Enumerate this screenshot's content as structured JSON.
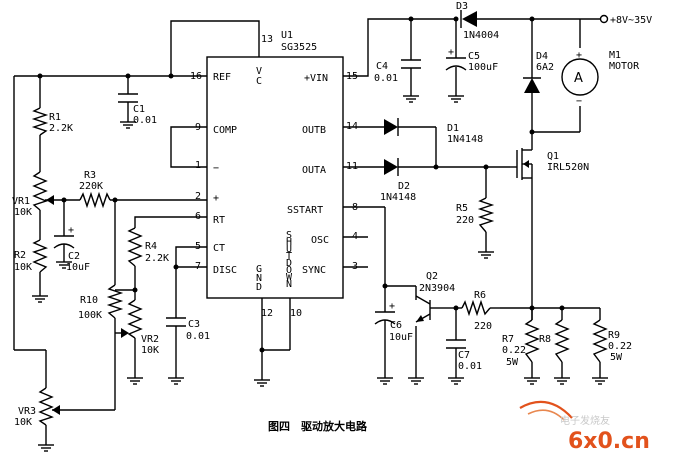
{
  "ic": {
    "ref": "U1",
    "part": "SG3525",
    "pins": {
      "ref": "REF",
      "vc": "VC",
      "vin": "+VIN",
      "comp": "COMP",
      "minus": "−",
      "plus": "+",
      "rt": "RT",
      "ct": "CT",
      "disc": "DISC",
      "outb": "OUTB",
      "outa": "OUTA",
      "sstart": "SSTART",
      "osc": "OSC",
      "sync": "SYNC",
      "gnd": "GND",
      "shutdown": "SHUTDOWN"
    },
    "pin_numbers": {
      "p13": "13",
      "p16": "16",
      "p15": "15",
      "p9": "9",
      "p1": "1",
      "p2": "2",
      "p6": "6",
      "p5": "5",
      "p7": "7",
      "p14": "14",
      "p11": "11",
      "p8": "8",
      "p4": "4",
      "p3": "3",
      "p12": "12",
      "p10": "10"
    }
  },
  "supply": "+8V~35V",
  "components": {
    "d3": {
      "ref": "D3",
      "value": "1N4004"
    },
    "c4": {
      "ref": "C4",
      "value": "0.01"
    },
    "c5": {
      "ref": "C5",
      "value": "100uF"
    },
    "d4": {
      "ref": "D4",
      "value": "6A2"
    },
    "m1": {
      "ref": "M1",
      "value": "MOTOR",
      "symbol": "A"
    },
    "c1": {
      "ref": "C1",
      "value": "0.01"
    },
    "r1": {
      "ref": "R1",
      "value": "2.2K"
    },
    "vr1": {
      "ref": "VR1",
      "value": "10K"
    },
    "r3": {
      "ref": "R3",
      "value": "220K"
    },
    "r2": {
      "ref": "R2",
      "value": "10K"
    },
    "c2": {
      "ref": "C2",
      "value": "10uF"
    },
    "r4": {
      "ref": "R4",
      "value": "2.2K"
    },
    "r10": {
      "ref": "R10",
      "value": "100K"
    },
    "vr2": {
      "ref": "VR2",
      "value": "10K"
    },
    "c3": {
      "ref": "C3",
      "value": "0.01"
    },
    "vr3": {
      "ref": "VR3",
      "value": "10K"
    },
    "d1": {
      "ref": "D1",
      "value": "1N4148"
    },
    "d2": {
      "ref": "D2",
      "value": "1N4148"
    },
    "q1": {
      "ref": "Q1",
      "value": "IRL520N"
    },
    "r5": {
      "ref": "R5",
      "value": "220"
    },
    "q2": {
      "ref": "Q2",
      "value": "2N3904"
    },
    "r6": {
      "ref": "R6",
      "value": "220"
    },
    "c6": {
      "ref": "C6",
      "value": "10uF"
    },
    "c7": {
      "ref": "C7",
      "value": "0.01"
    },
    "r7": {
      "ref": "R7",
      "value": "0.22",
      "extra": "5W"
    },
    "r8": {
      "ref": "R8"
    },
    "r9": {
      "ref": "R9",
      "value": "0.22",
      "extra": "5W"
    }
  },
  "caption": "图四　驱动放大电路",
  "watermark": {
    "site": "6x0.cn",
    "sub": "电子发烧友"
  }
}
